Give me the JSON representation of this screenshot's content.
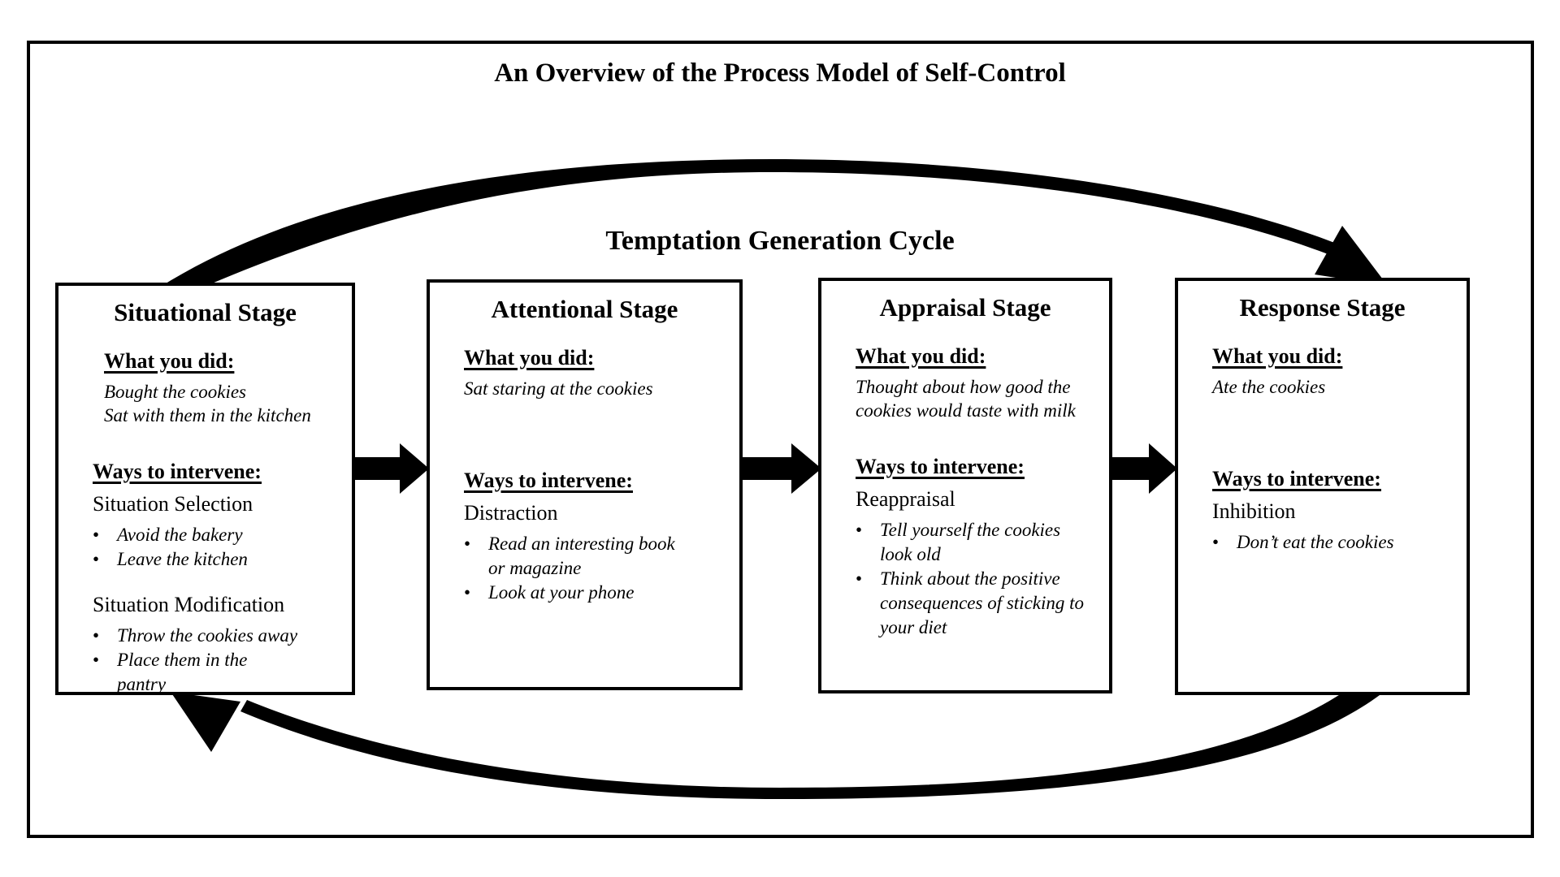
{
  "title": "An Overview of the Process Model of Self-Control",
  "cycle_label": "Temptation Generation Cycle",
  "colors": {
    "ink": "#000000",
    "background": "#ffffff"
  },
  "graphics": {
    "cycle_top_arc": "curved-tapered-arrow-from-situational-to-response",
    "cycle_bottom_arc": "curved-tapered-arrow-from-response-back-to-situational",
    "flow_arrows": "thick-right-arrow-between-each-stage"
  },
  "stages": [
    {
      "title": "Situational Stage",
      "what_heading": "What you did:",
      "what_lines": [
        "Bought the cookies",
        "Sat with them in the kitchen"
      ],
      "ways_heading": "Ways to intervene:",
      "strategies": [
        {
          "name": "Situation Selection",
          "bullets": [
            "Avoid the bakery",
            "Leave the kitchen"
          ]
        },
        {
          "name": "Situation Modification",
          "bullets": [
            "Throw the cookies away",
            "Place them in the pantry"
          ]
        }
      ]
    },
    {
      "title": "Attentional Stage",
      "what_heading": "What you did:",
      "what_lines": [
        "Sat staring at the cookies"
      ],
      "ways_heading": "Ways to intervene:",
      "strategies": [
        {
          "name": "Distraction",
          "bullets": [
            "Read an interesting book or magazine",
            "Look at your phone"
          ]
        }
      ]
    },
    {
      "title": "Appraisal Stage",
      "what_heading": "What you did:",
      "what_lines": [
        "Thought about how good the cookies would taste with milk"
      ],
      "ways_heading": "Ways to intervene:",
      "strategies": [
        {
          "name": "Reappraisal",
          "bullets": [
            "Tell yourself the cookies look old",
            "Think about the positive consequences of sticking to your diet"
          ]
        }
      ]
    },
    {
      "title": "Response Stage",
      "what_heading": "What you did:",
      "what_lines": [
        "Ate the cookies"
      ],
      "ways_heading": "Ways to intervene:",
      "strategies": [
        {
          "name": "Inhibition",
          "bullets": [
            "Don’t eat the cookies"
          ]
        }
      ]
    }
  ]
}
